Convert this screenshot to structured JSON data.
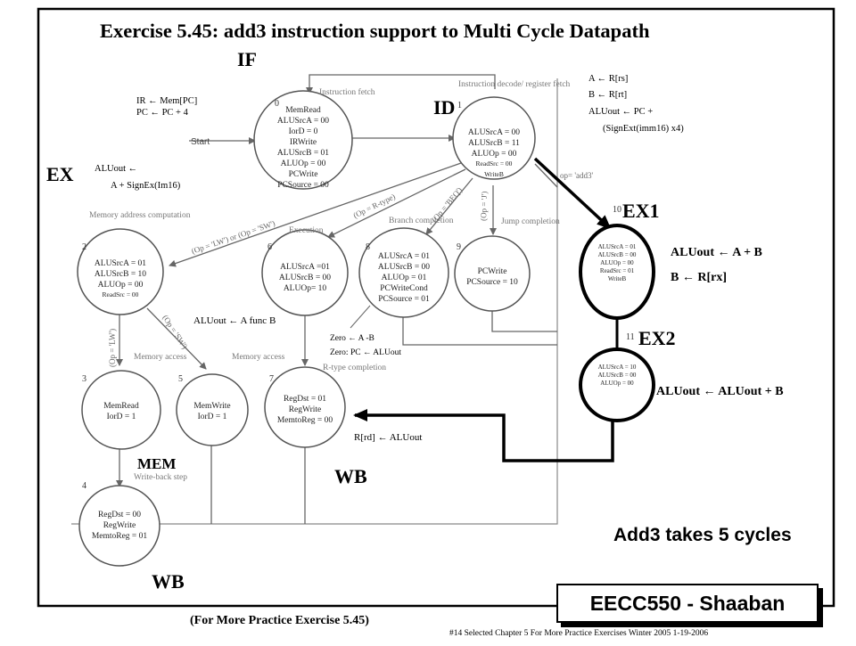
{
  "title": "Exercise 5.45:   add3  instruction support to Multi Cycle Datapath",
  "stage_labels": {
    "if": "IF",
    "id": "ID",
    "ex": "EX",
    "ex1": "EX1",
    "ex2": "EX2",
    "mem": "MEM",
    "wb_rtype": "WB",
    "wb_load": "WB"
  },
  "annotations": {
    "if": [
      "IR  ←   Mem[PC]",
      "PC  ←  PC + 4"
    ],
    "id": [
      "A  ←  R[rs]",
      "B  ←   R[rt]",
      "ALUout ←  PC +",
      "(SignExt(imm16) x4)"
    ],
    "ex": [
      "ALUout  ←",
      "A + SignEx(Im16)"
    ],
    "ex1": [
      "ALUout   ←   A  +  B",
      "B  ←   R[rx]"
    ],
    "ex2": "ALUout    ←   ALUout  +  B",
    "rtype_ex": "ALUout ← A  func B",
    "branch": [
      "Zero ←  A -B",
      "Zero:  PC  ←  ALUout"
    ],
    "rtype_wb": "R[rd]  ←  ALUout"
  },
  "states": [
    {
      "num": "0",
      "group": "Instruction fetch",
      "lines": [
        "MemRead",
        "ALUSrcA = 00",
        "IorD = 0",
        "IRWrite",
        "ALUSrcB = 01",
        "ALUOp = 00",
        "PCWrite",
        "PCSource = 00"
      ]
    },
    {
      "num": "1",
      "group": "Instruction decode/ register fetch",
      "lines": [
        "ALUSrcA = 00",
        "ALUSrcB = 11",
        "ALUOp = 00",
        "ReadSrc = 00",
        "WriteB"
      ]
    },
    {
      "num": "2",
      "group": "Memory address computation",
      "lines": [
        "ALUSrcA = 01",
        "ALUSrcB = 10",
        "ALUOp = 00",
        "ReadSrc = 00"
      ]
    },
    {
      "num": "3",
      "group": "Memory access",
      "lines": [
        "MemRead",
        "IorD = 1"
      ]
    },
    {
      "num": "4",
      "group": "Write-back step",
      "lines": [
        "RegDst = 00",
        "RegWrite",
        "MemtoReg = 01"
      ]
    },
    {
      "num": "5",
      "group": "Memory access",
      "lines": [
        "MemWrite",
        "IorD = 1"
      ]
    },
    {
      "num": "6",
      "group": "Execution",
      "lines": [
        "ALUSrcA =01",
        "ALUSrcB = 00",
        "ALUOp= 10"
      ]
    },
    {
      "num": "7",
      "group": "R-type completion",
      "lines": [
        "RegDst = 01",
        "RegWrite",
        "MemtoReg = 00"
      ]
    },
    {
      "num": "8",
      "group": "Branch completion",
      "lines": [
        "ALUSrcA = 01",
        "ALUSrcB = 00",
        "ALUOp = 01",
        "PCWriteCond",
        "PCSource = 01"
      ]
    },
    {
      "num": "9",
      "group": "Jump completion",
      "lines": [
        "PCWrite",
        "PCSource = 10"
      ]
    },
    {
      "num": "10",
      "lines": [
        "ALUSrcA = 01",
        "ALUSrcB = 00",
        "ALUOp = 00",
        "ReadSrc = 01",
        "WriteB"
      ]
    },
    {
      "num": "11",
      "lines": [
        "ALUSrcA = 10",
        "ALUSrcB = 00",
        "ALUOp = 00"
      ]
    }
  ],
  "start_label": "Start",
  "conditions": {
    "lw_sw": "(Op = 'LW') or (Op = 'SW')",
    "rtype": "(Op = R-type)",
    "beq": "(Op = 'BEQ')",
    "jump": "(Op = 'J')",
    "add3": "op= 'add3'",
    "lw": "(Op = 'LW')",
    "sw": "(Op = 'SW')"
  },
  "summary": "Add3 takes 5 cycles",
  "course_box": "EECC550 - Shaaban",
  "more_practice": "(For More Practice Exercise 5.45)",
  "footer": "#14   Selected Chapter  5 For More Practice Exercises   Winter 2005  1-19-2006"
}
